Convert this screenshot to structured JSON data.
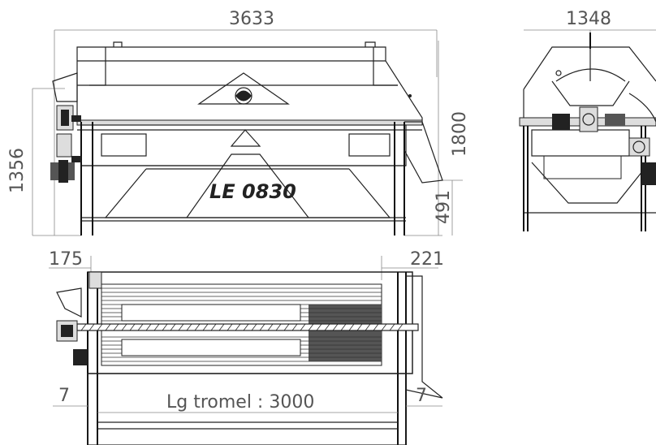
{
  "drawing": {
    "dimensions": {
      "overall_length": "3633",
      "overall_width": "1348",
      "height_left": "1356",
      "height_right": "1800",
      "outlet_height": "491",
      "left_offset": "175",
      "right_offset": "221",
      "left_gap": "7",
      "right_gap": "7",
      "tromel_length": "Lg tromel : 3000"
    },
    "model_label": "LE 0830"
  },
  "colors": {
    "line": "#222222",
    "dimension_text": "#555555",
    "background": "#ffffff"
  }
}
